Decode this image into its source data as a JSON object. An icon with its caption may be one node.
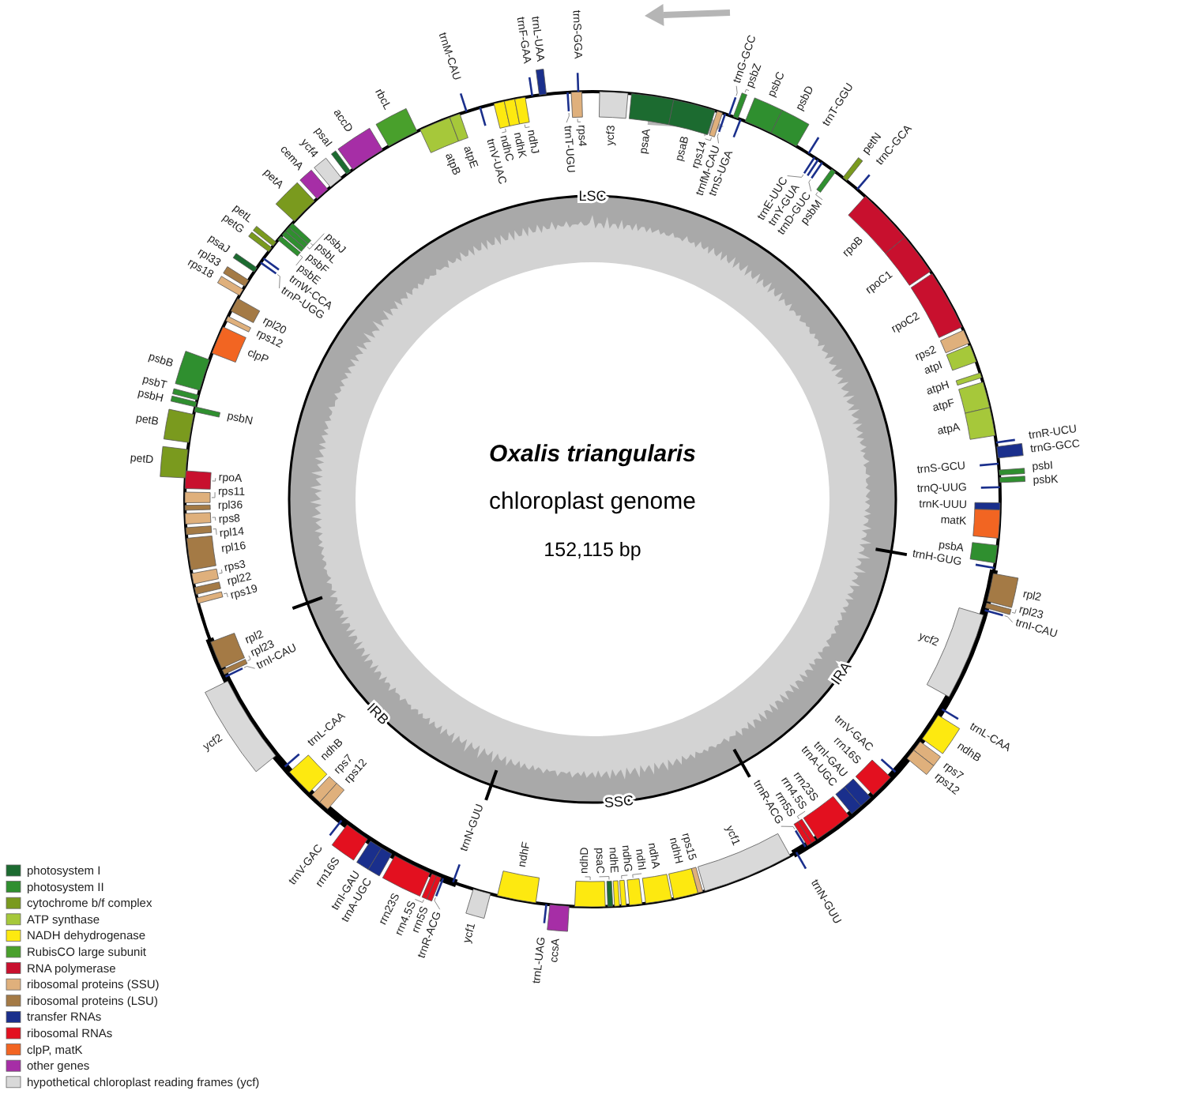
{
  "diagram": {
    "labels": [
      "ycf3",
      "psaA",
      "psaB",
      "rps14",
      "trnfM-CAU",
      "trnG-GCC",
      "psbZ",
      "trnS-UGA",
      "psbC",
      "psbD",
      "trnT-GGU",
      "trnE-UUC",
      "trnY-GUA",
      "trnD-GUC",
      "psbM",
      "petN",
      "trnC-GCA",
      "rpoB",
      "rpoC1",
      "rpoC2",
      "rps2",
      "atpI",
      "atpH",
      "atpF",
      "atpA",
      "trnR-UCU",
      "trnG-GCC",
      "trnS-GCU",
      "psbI",
      "psbK",
      "trnQ-UUG",
      "trnK-UUU",
      "matK",
      "psbA",
      "trnH-GUG",
      "rpl2",
      "rpl23",
      "trnI-CAU",
      "ycf2",
      "trnL-CAA",
      "ndhB",
      "rps7",
      "rps12",
      "trnV-GAC",
      "rrn16S",
      "trnI-GAU",
      "trnA-UGC",
      "rrn23S",
      "rrn4.5S",
      "rrn5S",
      "trnR-ACG",
      "trnN-GUU",
      "ycf1",
      "ndhF",
      "trnL-UAG",
      "ccsA",
      "ndhD",
      "psaC",
      "ndhE",
      "ndhG",
      "ndhI",
      "ndhA",
      "ndhH",
      "rps15",
      "ycf1",
      "trnN-GUU",
      "trnR-ACG",
      "rrn5S",
      "rrn4.5S",
      "rrn23S",
      "trnA-UGC",
      "trnI-GAU",
      "rrn16S",
      "trnV-GAC",
      "rps12",
      "rps7",
      "ndhB",
      "trnL-CAA",
      "ycf2",
      "trnI-CAU",
      "rpl23",
      "rpl2",
      "rps19",
      "rpl22",
      "rps3",
      "rpl16",
      "rpl14",
      "rps8",
      "rpl36",
      "rps11",
      "rpoA",
      "petD",
      "petB",
      "psbN",
      "psbH",
      "psbT",
      "psbB",
      "clpP",
      "rps12",
      "rpl20",
      "rps18",
      "rpl33",
      "psaJ",
      "trnP-UGG",
      "trnW-CCA",
      "petG",
      "petL",
      "psbE",
      "psbF",
      "psbL",
      "psbJ",
      "petA",
      "cemA",
      "ycf4",
      "psaI",
      "accD",
      "rbcL",
      "atpB",
      "atpE",
      "trnM-CAU",
      "trnV-UAC",
      "ndhC",
      "ndhK",
      "ndhJ",
      "trnF-GAA",
      "trnL-UAA",
      "trnT-UGU",
      "rps4",
      "trnS-GGA",
      "LSC",
      "IRA",
      "SSC",
      "IRB",
      "Oxalis triangularis",
      "chloroplast genome",
      "152,115 bp"
    ],
    "legend": [
      {
        "text": "photosystem I",
        "color": "#1c6b30"
      },
      {
        "text": "photosystem II",
        "color": "#2f8f2f"
      },
      {
        "text": "cytochrome b/f complex",
        "color": "#7a9a1e"
      },
      {
        "text": "ATP synthase",
        "color": "#a6c83a"
      },
      {
        "text": "NADH dehydrogenase",
        "color": "#fde910"
      },
      {
        "text": "RubisCO large subunit",
        "color": "#49a02c"
      },
      {
        "text": "RNA polymerase",
        "color": "#c8102e"
      },
      {
        "text": "ribosomal proteins (SSU)",
        "color": "#dfb07c"
      },
      {
        "text": "ribosomal proteins (LSU)",
        "color": "#a47a45"
      },
      {
        "text": "transfer RNAs",
        "color": "#1a2f8c"
      },
      {
        "text": "ribosomal RNAs",
        "color": "#e3101f"
      },
      {
        "text": "clpP, matK",
        "color": "#f26522"
      },
      {
        "text": "other genes",
        "color": "#a62ea6"
      },
      {
        "text": "hypothetical chloroplast reading frames (ycf)",
        "color": "#d9d9d9"
      }
    ]
  }
}
